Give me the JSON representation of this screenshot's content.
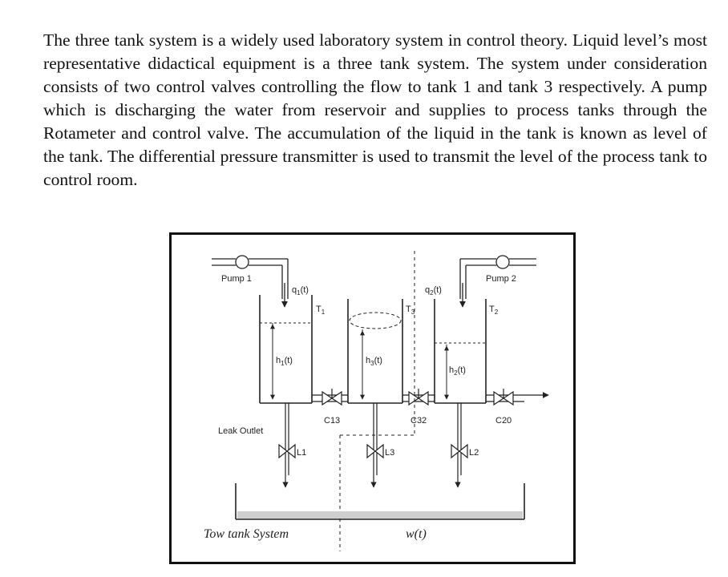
{
  "paragraph": "The three tank system is a widely used laboratory system in control theory. Liquid level’s most representative didactical equipment is a three tank system. The system under consideration consists of two control valves controlling the flow to tank 1 and tank 3 respectively. A pump which is discharging the water from reservoir and supplies to process tanks through the Rotameter and control valve. The accumulation of the liquid in the tank is known as level of the tank. The differential pressure transmitter is used to transmit the level of the process tank to control room.",
  "figure": {
    "pump1": "Pump 1",
    "pump2": "Pump 2",
    "q1": "q",
    "q1_sub": "1",
    "q1_t": "(t)",
    "q2": "q",
    "q2_sub": "2",
    "q2_t": "(t)",
    "t1": "T",
    "t1_sub": "1",
    "t2": "T",
    "t2_sub": "2",
    "t3": "T",
    "t3_sub": "3",
    "h1": "h",
    "h1_sub": "1",
    "h1_t": "(t)",
    "h3": "h",
    "h3_sub": "3",
    "h3_t": "(t)",
    "h2": "h",
    "h2_sub": "2",
    "h2_t": "(t)",
    "c13": "C13",
    "c32": "C32",
    "c20": "C20",
    "leak_outlet": "Leak Outlet",
    "l1": "L1",
    "l3": "L3",
    "l2": "L2",
    "caption": "Tow tank System",
    "w": "w(t)"
  }
}
